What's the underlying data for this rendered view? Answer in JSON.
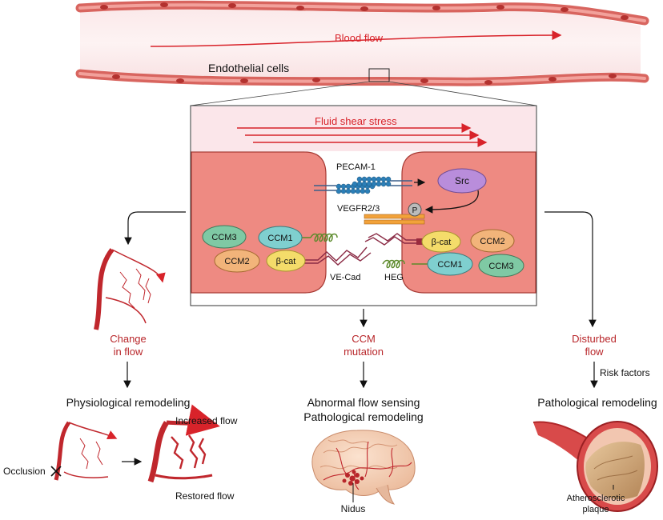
{
  "vessel": {
    "blood_flow_label": "Blood flow",
    "endothelial_label": "Endothelial cells"
  },
  "inset": {
    "shear_label": "Fluid shear stress",
    "pecam_label": "PECAM-1",
    "src_label": "Src",
    "vegfr_label": "VEGFR2/3",
    "phospho_label": "P",
    "vecad_label": "VE-Cad",
    "heg_label": "HEG",
    "left_cell": {
      "ccm3": "CCM3",
      "ccm1": "CCM1",
      "ccm2": "CCM2",
      "bcat": "β-cat"
    },
    "right_cell": {
      "bcat": "β-cat",
      "ccm2": "CCM2",
      "ccm1": "CCM1",
      "ccm3": "CCM3"
    }
  },
  "left_branch": {
    "condition_line1": "Change",
    "condition_line2": "in flow",
    "outcome": "Physiological remodeling",
    "occlusion_label": "Occlusion",
    "increased_flow_label": "Increased flow",
    "restored_flow_label": "Restored flow"
  },
  "middle_branch": {
    "condition_line1": "CCM",
    "condition_line2": "mutation",
    "outcome_line1": "Abnormal flow sensing",
    "outcome_line2": "Pathological remodeling",
    "nidus_label": "Nidus"
  },
  "right_branch": {
    "condition_line1": "Disturbed",
    "condition_line2": "flow",
    "risk_label": "Risk factors",
    "outcome": "Pathological remodeling",
    "plaque_line1": "Atherosclerotic",
    "plaque_line2": "plaque"
  },
  "colors": {
    "accent_red": "#b8262a",
    "cell_fill": "#ee8a82",
    "ccm3_fill": "#7fc9a4",
    "ccm1_fill": "#7fcfcf",
    "ccm2_fill": "#f2b47a",
    "bcat_fill": "#f4dc6a",
    "src_fill": "#b98ddb",
    "pecam_bead": "#2b7fb8",
    "heg_coil": "#5c8a2b"
  }
}
